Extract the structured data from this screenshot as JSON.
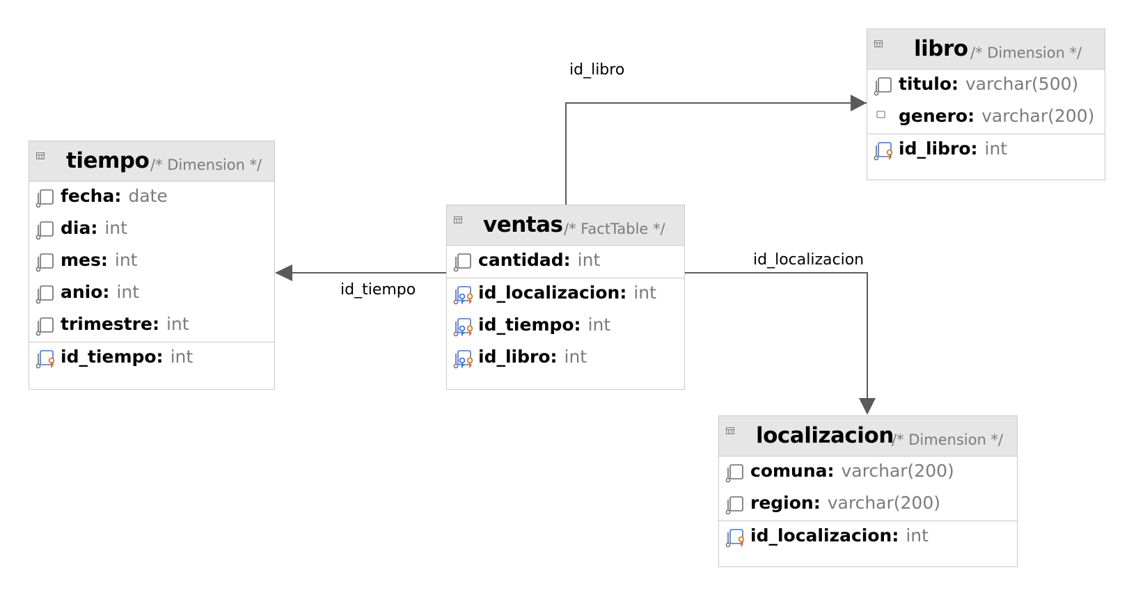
{
  "tables": {
    "tiempo": {
      "name": "tiempo",
      "comment": "/* Dimension */",
      "columns": [
        {
          "name": "fecha:",
          "type": "date",
          "icon": "column-icon"
        },
        {
          "name": "dia:",
          "type": "int",
          "icon": "column-icon"
        },
        {
          "name": "mes:",
          "type": "int",
          "icon": "column-icon"
        },
        {
          "name": "anio:",
          "type": "int",
          "icon": "column-icon"
        },
        {
          "name": "trimestre:",
          "type": "int",
          "icon": "column-icon"
        }
      ],
      "keys": [
        {
          "name": "id_tiempo:",
          "type": "int",
          "icon": "primary-key-icon"
        }
      ]
    },
    "ventas": {
      "name": "ventas",
      "comment": "/* FactTable */",
      "columns": [
        {
          "name": "cantidad:",
          "type": "int",
          "icon": "column-icon"
        }
      ],
      "keys": [
        {
          "name": "id_localizacion:",
          "type": "int",
          "icon": "foreign-key-icon"
        },
        {
          "name": "id_tiempo:",
          "type": "int",
          "icon": "foreign-key-icon"
        },
        {
          "name": "id_libro:",
          "type": "int",
          "icon": "foreign-key-icon"
        }
      ]
    },
    "libro": {
      "name": "libro",
      "comment": "/* Dimension */",
      "columns": [
        {
          "name": "titulo:",
          "type": "varchar(500)",
          "icon": "column-icon"
        },
        {
          "name": "genero:",
          "type": "varchar(200)",
          "icon": "nullable-column-icon"
        }
      ],
      "keys": [
        {
          "name": "id_libro:",
          "type": "int",
          "icon": "primary-key-icon"
        }
      ]
    },
    "localizacion": {
      "name": "localizacion",
      "comment": "/* Dimension */",
      "columns": [
        {
          "name": "comuna:",
          "type": "varchar(200)",
          "icon": "column-icon"
        },
        {
          "name": "region:",
          "type": "varchar(200)",
          "icon": "column-icon"
        }
      ],
      "keys": [
        {
          "name": "id_localizacion:",
          "type": "int",
          "icon": "primary-key-icon"
        }
      ]
    }
  },
  "relations": {
    "id_libro": "id_libro",
    "id_tiempo": "id_tiempo",
    "id_localizacion": "id_localizacion"
  },
  "colors": {
    "edge": "#5a5a5a",
    "header_bg": "#e6e6e6",
    "border": "#c9c9c9",
    "type_text": "#7b7b7b",
    "key_blue": "#3574f0",
    "key_orange": "#e5721b"
  }
}
